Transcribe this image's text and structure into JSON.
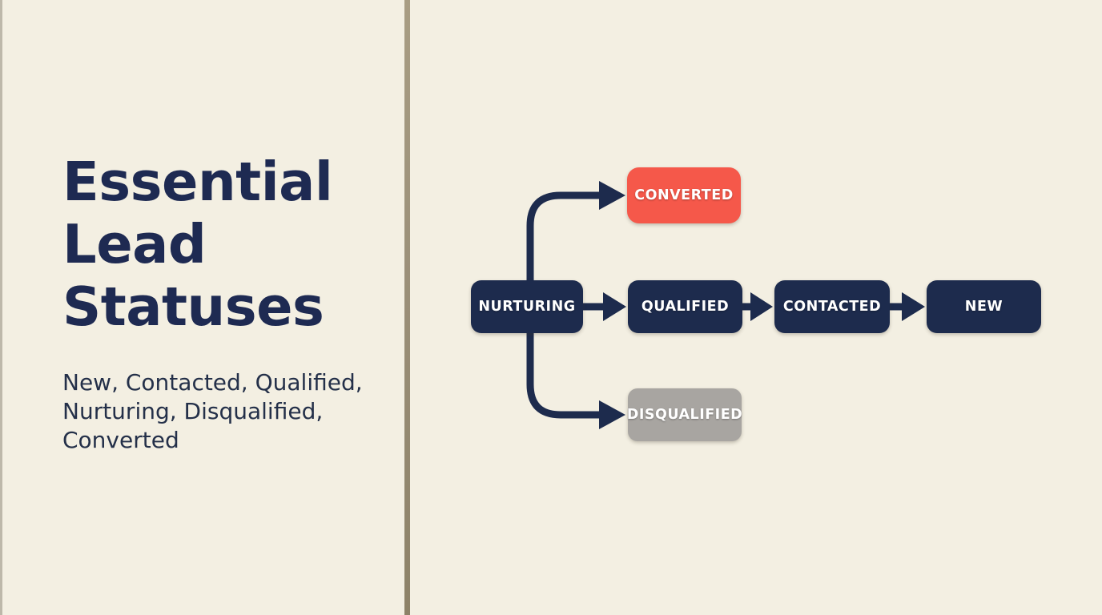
{
  "page": {
    "background": "#f3efe2",
    "divider_color": "#9b9079",
    "accent_red": "#f5584a",
    "accent_navy": "#1d2b4d",
    "accent_gray": "#a8a5a1"
  },
  "left_panel": {
    "title_lines": [
      "Essential",
      "Lead",
      "Statuses"
    ],
    "title_color": "#1e2a52",
    "subtitle_lines": [
      "New, Contacted, Qualified,",
      "Nurturing, Disqualified,",
      "Converted"
    ],
    "subtitle_color": "#243049"
  },
  "flowchart": {
    "arrow_color": "#1d2b4d",
    "nodes": [
      {
        "id": "nurturing",
        "label": "NURTURING",
        "color": "#1d2b4d",
        "text_color": "#ffffff"
      },
      {
        "id": "converted",
        "label": "CONVERTED",
        "color": "#f5584a",
        "text_color": "#ffffff"
      },
      {
        "id": "qualified",
        "label": "QUALIFIED",
        "color": "#1d2b4d",
        "text_color": "#ffffff"
      },
      {
        "id": "contacted",
        "label": "CONTACTED",
        "color": "#1d2b4d",
        "text_color": "#ffffff"
      },
      {
        "id": "new",
        "label": "NEW",
        "color": "#1d2b4d",
        "text_color": "#ffffff"
      },
      {
        "id": "disqualified",
        "label": "DISQUALIFIED",
        "color": "#a8a5a1",
        "text_color": "#ffffff"
      }
    ],
    "edges": [
      {
        "from": "nurturing",
        "to": "converted"
      },
      {
        "from": "nurturing",
        "to": "qualified"
      },
      {
        "from": "nurturing",
        "to": "disqualified"
      },
      {
        "from": "qualified",
        "to": "contacted"
      },
      {
        "from": "contacted",
        "to": "new"
      }
    ]
  }
}
